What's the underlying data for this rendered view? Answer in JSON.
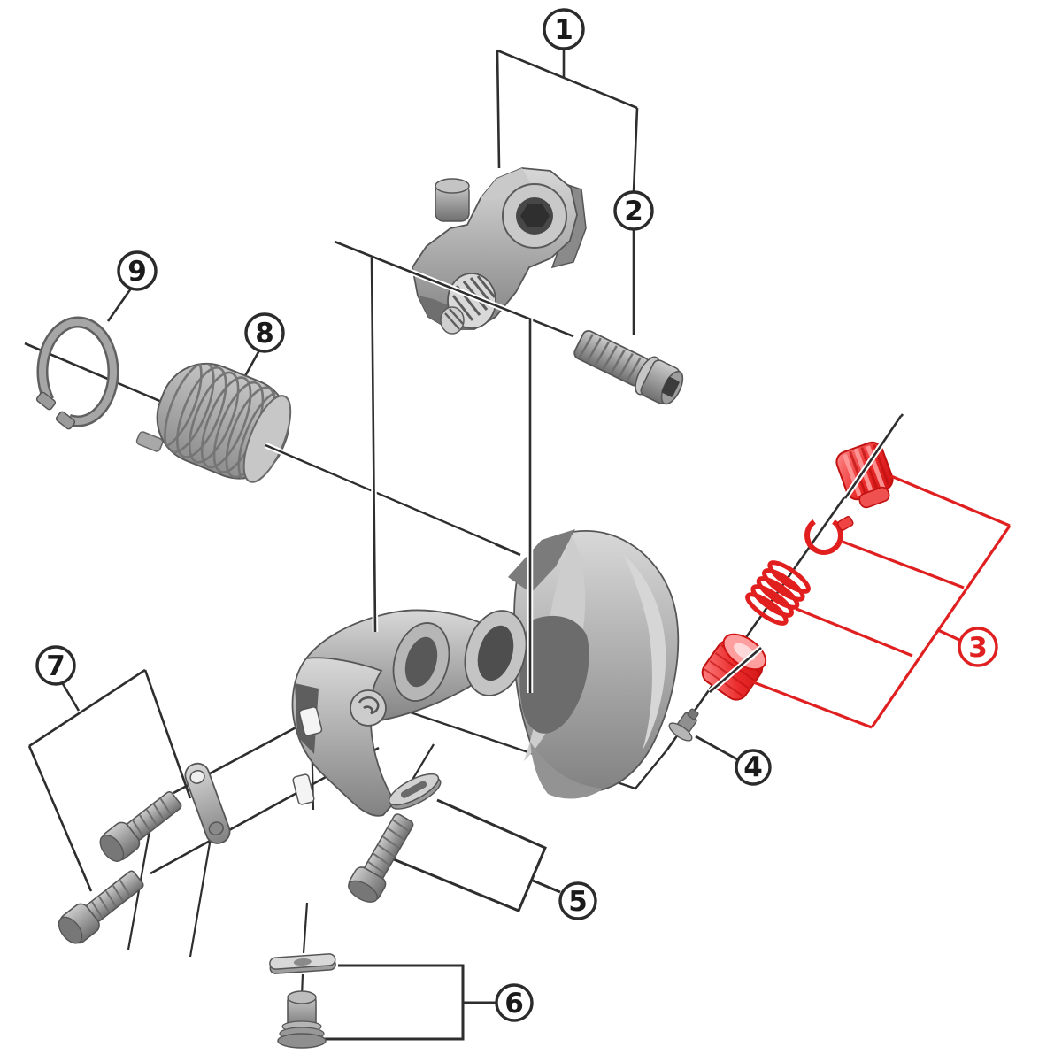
{
  "diagram": {
    "kind": "exploded-parts-diagram",
    "highlighted_callout": "3"
  },
  "colors": {
    "background": "#ffffff",
    "line": "#2e2e2e",
    "highlight_red": "#e02020",
    "part_gray": "#a8a8a8",
    "part_dark": "#5e5e5e",
    "part_light": "#d6d6d6"
  },
  "callouts": {
    "c1": {
      "label": "1",
      "style": "black"
    },
    "c2": {
      "label": "2",
      "style": "black"
    },
    "c3": {
      "label": "3",
      "style": "red"
    },
    "c4": {
      "label": "4",
      "style": "black"
    },
    "c5": {
      "label": "5",
      "style": "black"
    },
    "c6": {
      "label": "6",
      "style": "black"
    },
    "c7": {
      "label": "7",
      "style": "black"
    },
    "c8": {
      "label": "8",
      "style": "black"
    },
    "c9": {
      "label": "9",
      "style": "black"
    }
  }
}
